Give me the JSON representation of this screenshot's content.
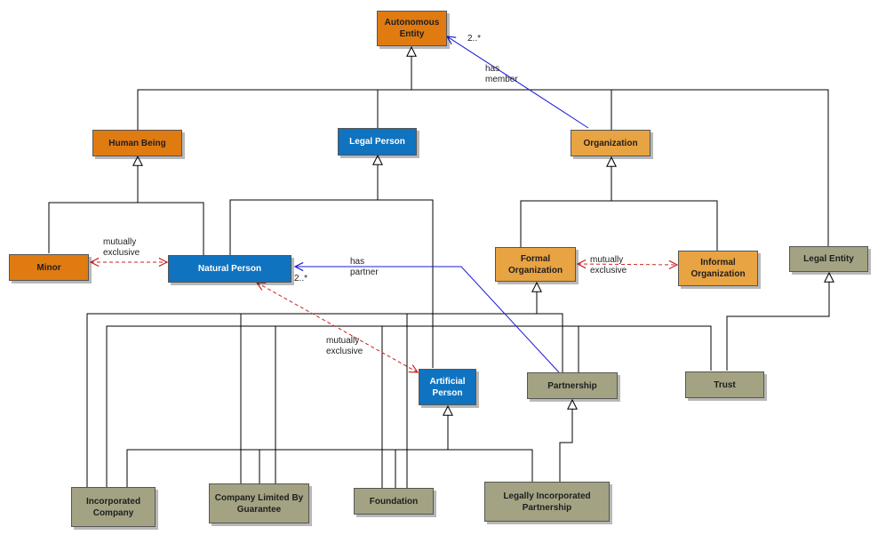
{
  "colors": {
    "orange": "#e07b12",
    "light_orange": "#e8a342",
    "blue": "#0f73c0",
    "olive": "#a3a383",
    "line": "#000000",
    "association": "#1a1ad6",
    "mutual": "#cc1f1f"
  },
  "nodes": {
    "autonomous_entity": "Autonomous\nEntity",
    "human_being": "Human Being",
    "legal_person": "Legal Person",
    "organization": "Organization",
    "minor": "Minor",
    "natural_person": "Natural Person",
    "formal_organization": "Formal\nOrganization",
    "informal_organization": "Informal\nOrganization",
    "legal_entity": "Legal Entity",
    "artificial_person": "Artificial\nPerson",
    "partnership": "Partnership",
    "trust": "Trust",
    "incorporated_company": "Incorporated\nCompany",
    "company_limited": "Company Limited By\nGuarantee",
    "foundation": "Foundation",
    "legally_incorporated_partnership": "Legally Incorporated\nPartnership"
  },
  "labels": {
    "mult_member": "2..*",
    "has_member": "has\nmember",
    "mutually_exclusive_1": "mutually\nexclusive",
    "has_partner": "has\npartner",
    "mult_partner": "2..*",
    "mutually_exclusive_2": "mutually\nexclusive",
    "mutually_exclusive_3": "mutually\nexclusive"
  }
}
